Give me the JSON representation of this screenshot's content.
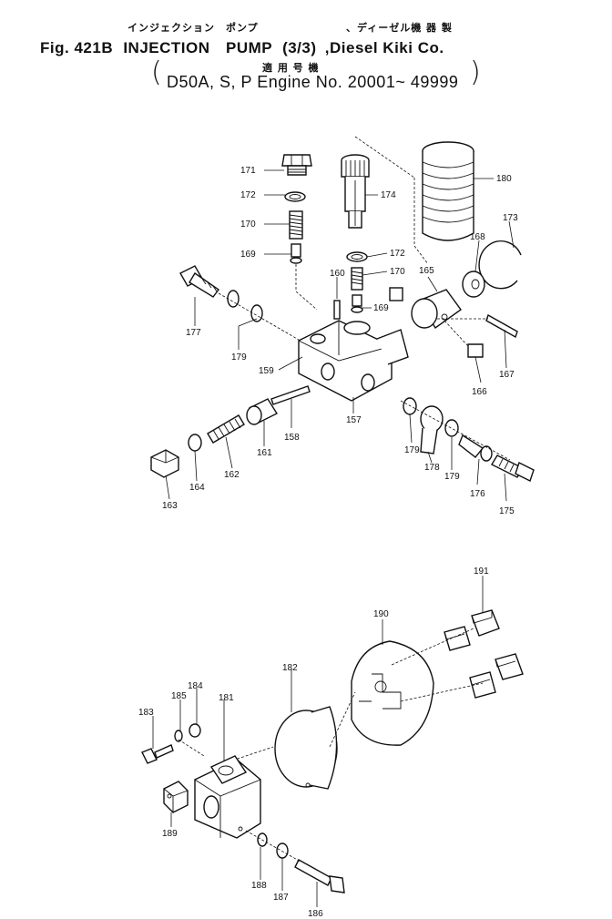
{
  "header": {
    "kana_left": "インジェクション　ポンプ",
    "kana_right": "、ディーゼル機 器 製",
    "title_fig": "Fig.",
    "title_num": "421B",
    "title_main": "INJECTION　PUMP",
    "title_frac": "(3/3)",
    "title_maker": ",Diesel Kiki Co.",
    "kana_applicable": "適 用 号 機",
    "subtitle": "D50A, S, P Engine No. 20001~ 49999"
  },
  "callouts": {
    "c171": "171",
    "c172a": "172",
    "c170a": "170",
    "c169a": "169",
    "c174": "174",
    "c180": "180",
    "c173": "173",
    "c168": "168",
    "c172b": "172",
    "c170b": "170",
    "c160": "160",
    "c165": "165",
    "c169b": "169",
    "c177": "177",
    "c179a": "179",
    "c159": "159",
    "c166": "166",
    "c167": "167",
    "c157": "157",
    "c158": "158",
    "c161": "161",
    "c162": "162",
    "c164": "164",
    "c163": "163",
    "c179b": "179",
    "c178": "178",
    "c179c": "179",
    "c176": "176",
    "c175": "175",
    "c191": "191",
    "c190": "190",
    "c182": "182",
    "c181": "181",
    "c184": "184",
    "c185": "185",
    "c183": "183",
    "c189": "189",
    "c188": "188",
    "c187": "187",
    "c186": "186"
  }
}
